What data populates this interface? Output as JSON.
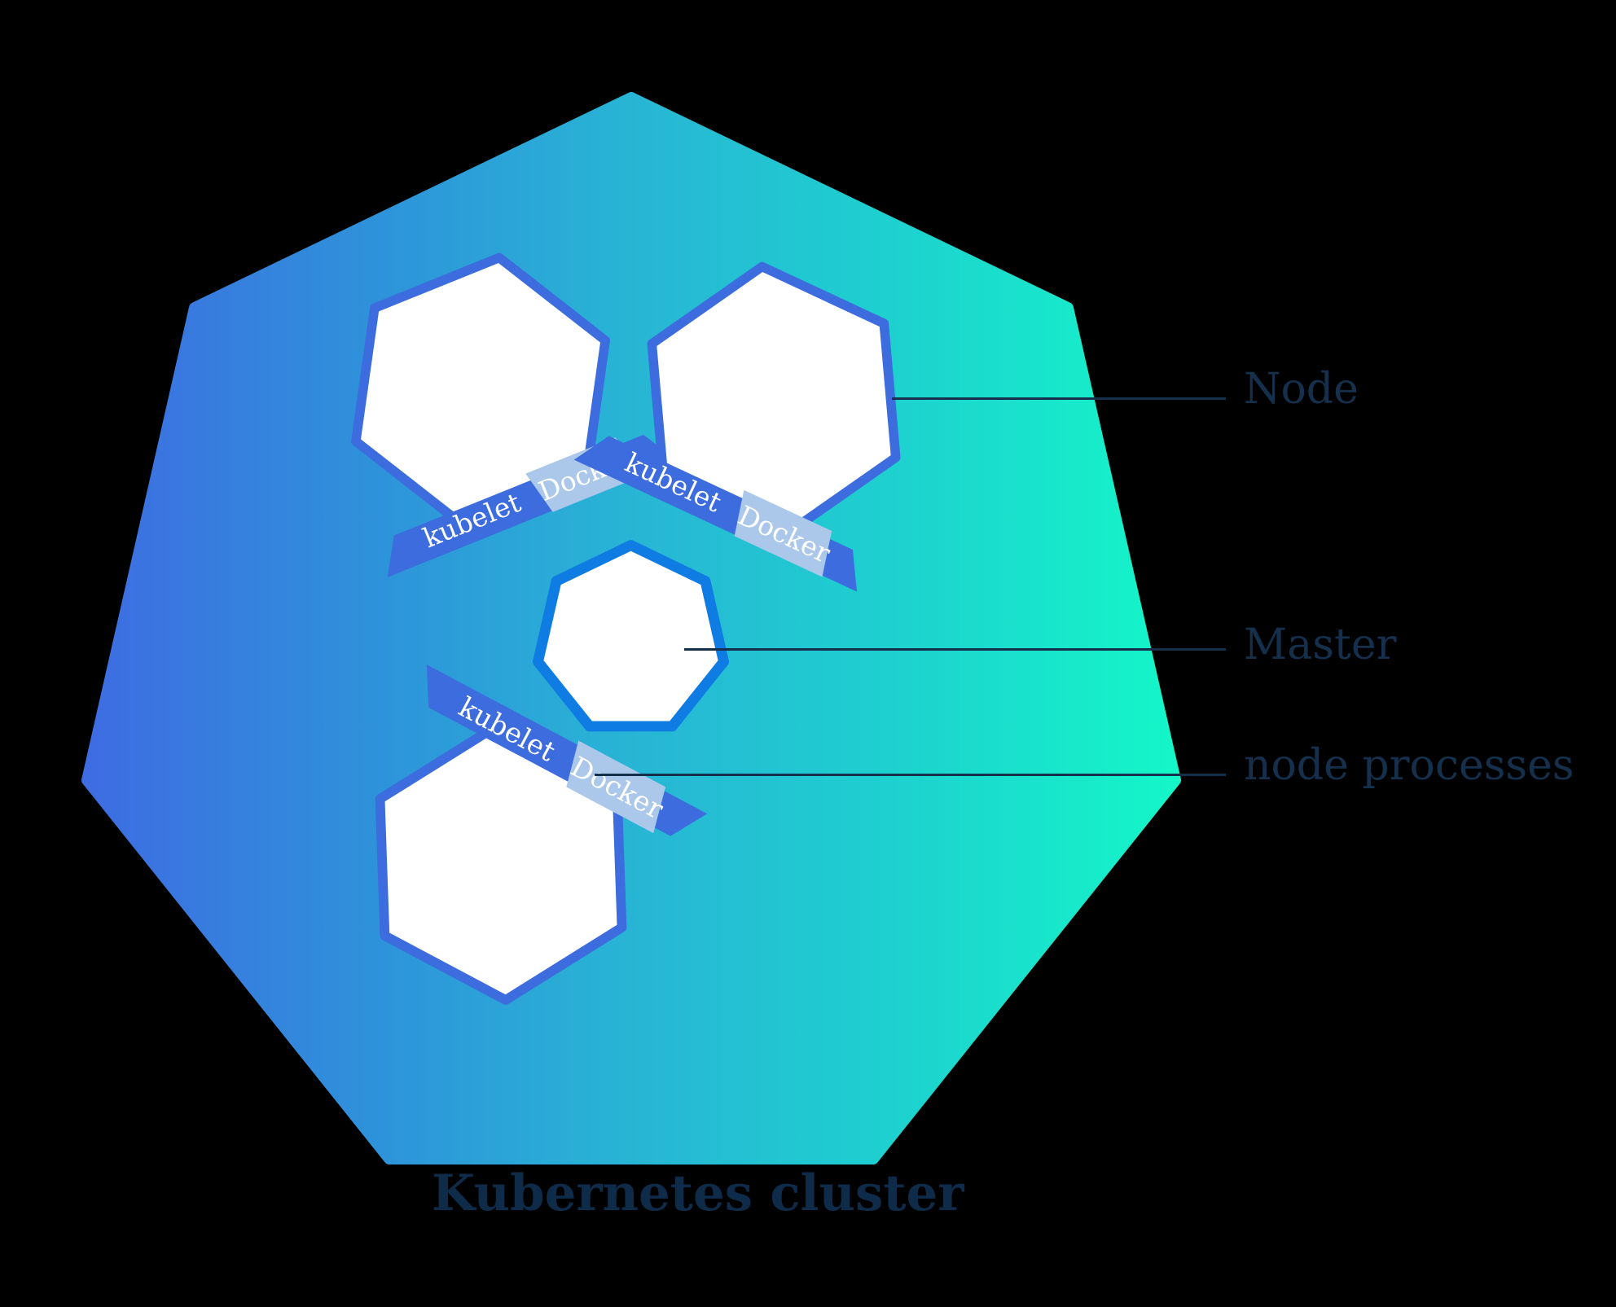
{
  "diagram": {
    "title": "Kubernetes cluster",
    "labels": {
      "node": "Node",
      "master": "Master",
      "node_processes": "node processes"
    },
    "band": {
      "kubelet": "kubelet",
      "docker": "Docker"
    },
    "colors": {
      "background": "#000000",
      "cluster_gradient_left": "#3e6ce2",
      "cluster_gradient_mid": "#28b5d5",
      "cluster_gradient_right": "#14f6c8",
      "hex_fill": "#ffffff",
      "hex_border": "#3c6cdd",
      "band_fill": "#3c6cdd",
      "docker_chip": "#abc8ea",
      "band_text": "#ffffff",
      "master_border": "#0e7ce2",
      "label_text": "#15304d",
      "line": "#15304d"
    }
  }
}
